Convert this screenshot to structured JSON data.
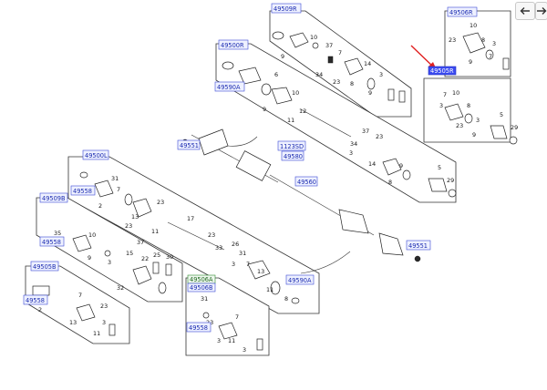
{
  "nav": {
    "back_icon": "arrow-left-icon",
    "forward_icon": "arrow-right-icon"
  },
  "accent_color": "#3b4bf0",
  "callout_color": "#e02020",
  "tags": {
    "t49509R": "49509R",
    "t49506R": "49506R",
    "t49500R": "49500R",
    "t49590A_top": "49590A",
    "t49505R": "49505R",
    "t49551_left": "49551",
    "t1123SD": "1123SD",
    "t49580": "49580",
    "t49560": "49560",
    "t49500L": "49500L",
    "t49558_1": "49558",
    "t49509B": "49509B",
    "t49558_2": "49558",
    "t49505B": "49505B",
    "t49558_3": "49558",
    "t49506A": "49506A",
    "t49506B": "49506B",
    "t49558_4": "49558",
    "t49590A_bottom": "49590A",
    "t49551_right": "49551"
  },
  "labels": {
    "a1": "9",
    "a2": "10",
    "a3": "37",
    "a4": "34",
    "a5": "23",
    "a6": "8",
    "a7": "14",
    "a8": "3",
    "a9": "7",
    "a10": "9",
    "b1": "23",
    "b2": "10",
    "b3": "9",
    "b4": "8",
    "b5": "3",
    "b6": "7",
    "c1": "7",
    "c2": "10",
    "c3": "3",
    "c4": "8",
    "c5": "9",
    "c6": "3",
    "c7": "23",
    "c8": "5",
    "c9": "29",
    "d1": "6",
    "d2": "9",
    "d3": "10",
    "d4": "11",
    "d5": "12",
    "d6": "37",
    "d7": "34",
    "d8": "23",
    "d9": "3",
    "d10": "14",
    "d11": "8",
    "d12": "9",
    "d13": "5",
    "d14": "29",
    "e1": "2",
    "e2": "31",
    "e3": "7",
    "e4": "13",
    "e5": "23",
    "e6": "11",
    "e7": "17",
    "e8": "23",
    "f1": "33",
    "f2": "26",
    "f3": "31",
    "f4": "7",
    "f5": "13",
    "f6": "11",
    "f7": "3",
    "f8": "32",
    "f9": "22",
    "f10": "15",
    "f11": "8",
    "f12": "25",
    "f13": "30",
    "g1": "2",
    "g2": "7",
    "g3": "13",
    "g4": "23",
    "g5": "11",
    "g6": "3",
    "h1": "31",
    "h2": "23",
    "h3": "7",
    "h4": "11",
    "h5": "3",
    "h6": "3",
    "i1": "9",
    "i2": "10",
    "i3": "35",
    "i4": "37",
    "i5": "23",
    "i6": "3"
  }
}
